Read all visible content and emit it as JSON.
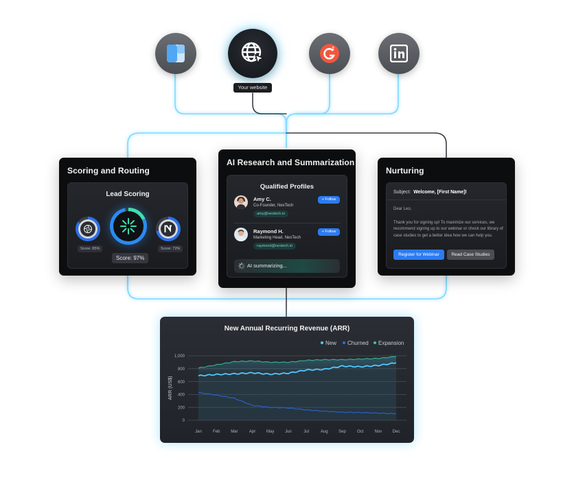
{
  "sources": {
    "tooltip": "Your website",
    "icons": [
      "layout-app-icon",
      "globe-cursor-icon",
      "g2-icon",
      "linkedin-icon"
    ]
  },
  "scoring": {
    "title": "Scoring and Routing",
    "subtitle": "Lead Scoring",
    "left_score": "Score: 85%",
    "center_score": "Score: 97%",
    "right_score": "Score: 72%"
  },
  "research": {
    "title": "AI Research and Summarization",
    "subtitle": "Qualified Profiles",
    "profiles": [
      {
        "name": "Amy C.",
        "role": "Co-Founder, NexTech",
        "email": "amy@nextech.io",
        "follow": "+ Follow"
      },
      {
        "name": "Raymond H.",
        "role": "Marketing Head, NexTech",
        "email": "raymond@nextech.io",
        "follow": "+ Follow"
      }
    ],
    "ai_status": "AI summarizing..."
  },
  "nurturing": {
    "title": "Nurturing",
    "subject_label": "Subject:",
    "subject_text": "Welcome, [First Name]!",
    "greeting": "Dear Leo,",
    "body": "Thank you for signing up! To maximize our services, we recommend signing up to our webinar or check our library of case studies to get a better idea how we can help you.",
    "primary_button": "Register for Webinar",
    "secondary_button": "Read Case Studies"
  },
  "colors": {
    "accent_blue": "#2c7bf2",
    "glow_cyan": "#4fd8ff",
    "new_series": "#4fc8ff",
    "churned_series": "#2b5fc9",
    "expansion_series": "#39c9a0"
  },
  "chart_data": {
    "type": "line",
    "title": "New Annual Recurring Revenue (ARR)",
    "ylabel": "ARR (US$)",
    "xlabel": "",
    "ylim": [
      0,
      1000
    ],
    "yticks": [
      "0",
      "200",
      "400",
      "600",
      "800",
      "1,000"
    ],
    "yticks_values": [
      0,
      200,
      400,
      600,
      800,
      1000
    ],
    "categories": [
      "Jan",
      "Feb",
      "Mar",
      "Apr",
      "May",
      "Jun",
      "Jul",
      "Aug",
      "Sep",
      "Oct",
      "Nov",
      "Dec"
    ],
    "legend_position": "top-right",
    "grid": true,
    "series": [
      {
        "name": "New",
        "color": "#4fc8ff",
        "values": [
          690,
          710,
          720,
          735,
          715,
          730,
          780,
          790,
          840,
          830,
          850,
          890
        ]
      },
      {
        "name": "Churned",
        "color": "#2b5fc9",
        "values": [
          430,
          390,
          340,
          230,
          200,
          190,
          160,
          140,
          125,
          120,
          110,
          100
        ]
      },
      {
        "name": "Expansion",
        "color": "#39c9a0",
        "values": [
          810,
          860,
          910,
          920,
          900,
          900,
          930,
          940,
          940,
          950,
          960,
          990
        ]
      }
    ]
  }
}
